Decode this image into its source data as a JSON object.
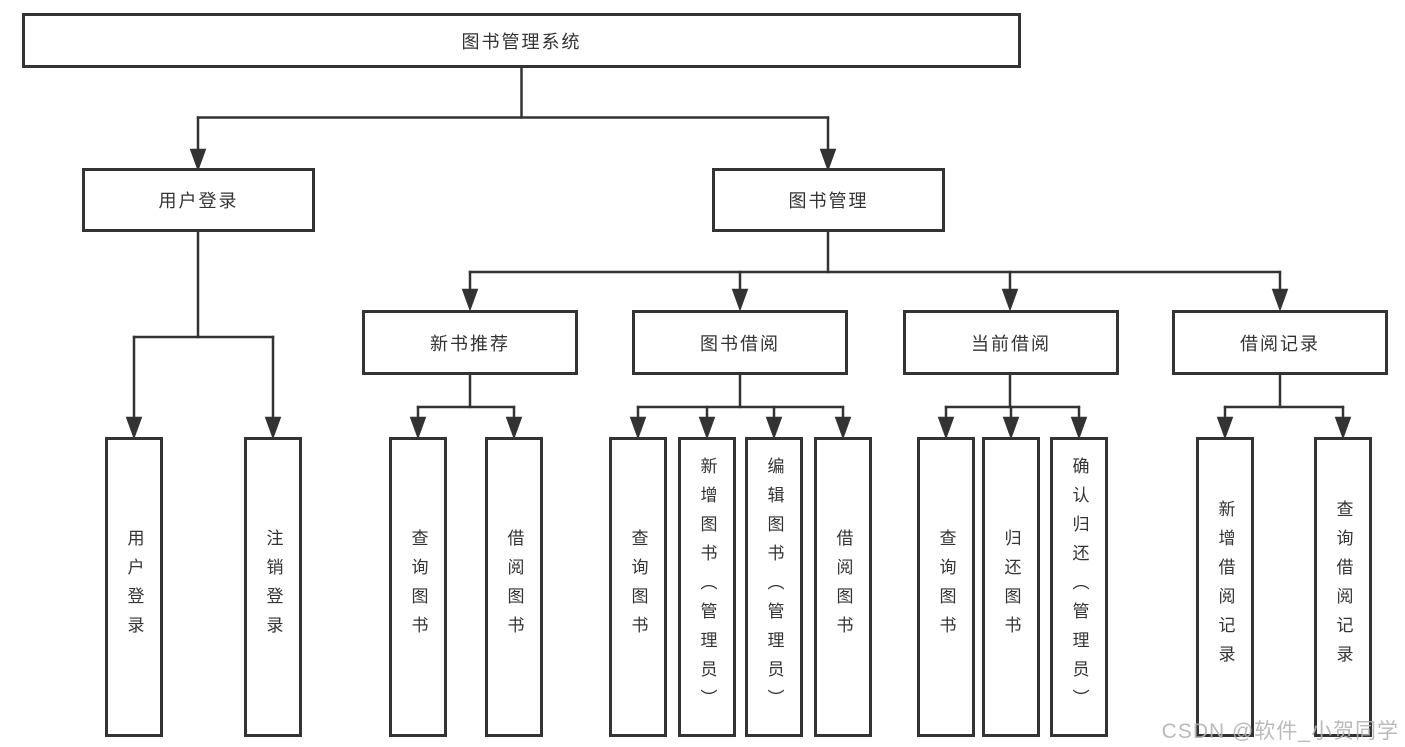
{
  "diagram": {
    "title": "图书管理系统",
    "level1": [
      {
        "label": "用户登录"
      },
      {
        "label": "图书管理"
      }
    ],
    "level2": [
      {
        "label": "新书推荐",
        "parent": "图书管理"
      },
      {
        "label": "图书借阅",
        "parent": "图书管理"
      },
      {
        "label": "当前借阅",
        "parent": "图书管理"
      },
      {
        "label": "借阅记录",
        "parent": "图书管理"
      }
    ],
    "leaves": [
      {
        "label": "用户登录",
        "parent": "用户登录"
      },
      {
        "label": "注销登录",
        "parent": "用户登录"
      },
      {
        "label": "查询图书",
        "parent": "新书推荐"
      },
      {
        "label": "借阅图书",
        "parent": "新书推荐"
      },
      {
        "label": "查询图书",
        "parent": "图书借阅"
      },
      {
        "label": "新增图书（管理员）",
        "parent": "图书借阅"
      },
      {
        "label": "编辑图书（管理员）",
        "parent": "图书借阅"
      },
      {
        "label": "借阅图书",
        "parent": "图书借阅"
      },
      {
        "label": "查询图书",
        "parent": "当前借阅"
      },
      {
        "label": "归还图书",
        "parent": "当前借阅"
      },
      {
        "label": "确认归还（管理员）",
        "parent": "当前借阅"
      },
      {
        "label": "新增借阅记录",
        "parent": "借阅记录"
      },
      {
        "label": "查询借阅记录",
        "parent": "借阅记录"
      }
    ],
    "watermark": "CSDN @软件_小贺同学",
    "colors": {
      "line": "#333333",
      "box_border": "#333333",
      "text": "#333333",
      "background": "#ffffff",
      "watermark": "#b2b2b2"
    }
  }
}
